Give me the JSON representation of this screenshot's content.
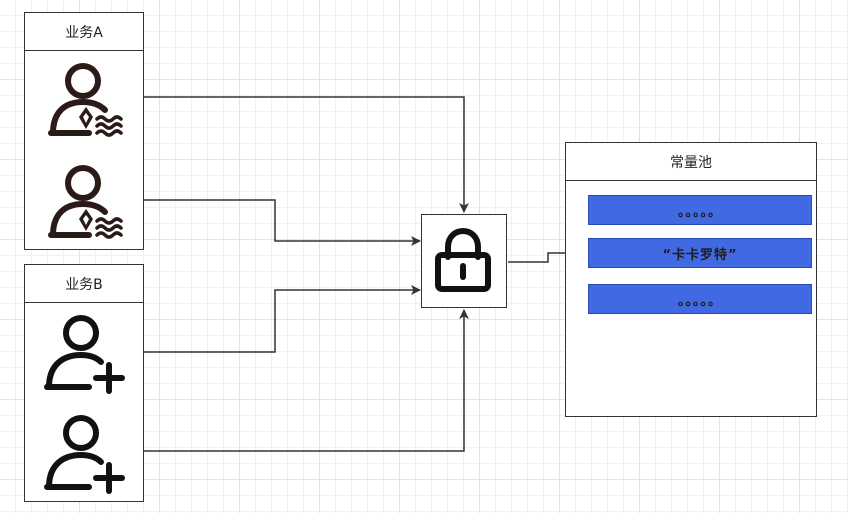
{
  "groups": [
    {
      "title": "业务A",
      "icon": "business-person-icon"
    },
    {
      "title": "业务B",
      "icon": "add-user-icon"
    }
  ],
  "lock": {
    "icon": "lock-icon"
  },
  "pool": {
    "title": "常量池",
    "items": [
      "。。。。。",
      "“卡卡罗特”",
      "。。。。。"
    ]
  },
  "colors": {
    "pool_item": "#4169e1",
    "line": "#333333",
    "grid": "#e3e3e3"
  }
}
